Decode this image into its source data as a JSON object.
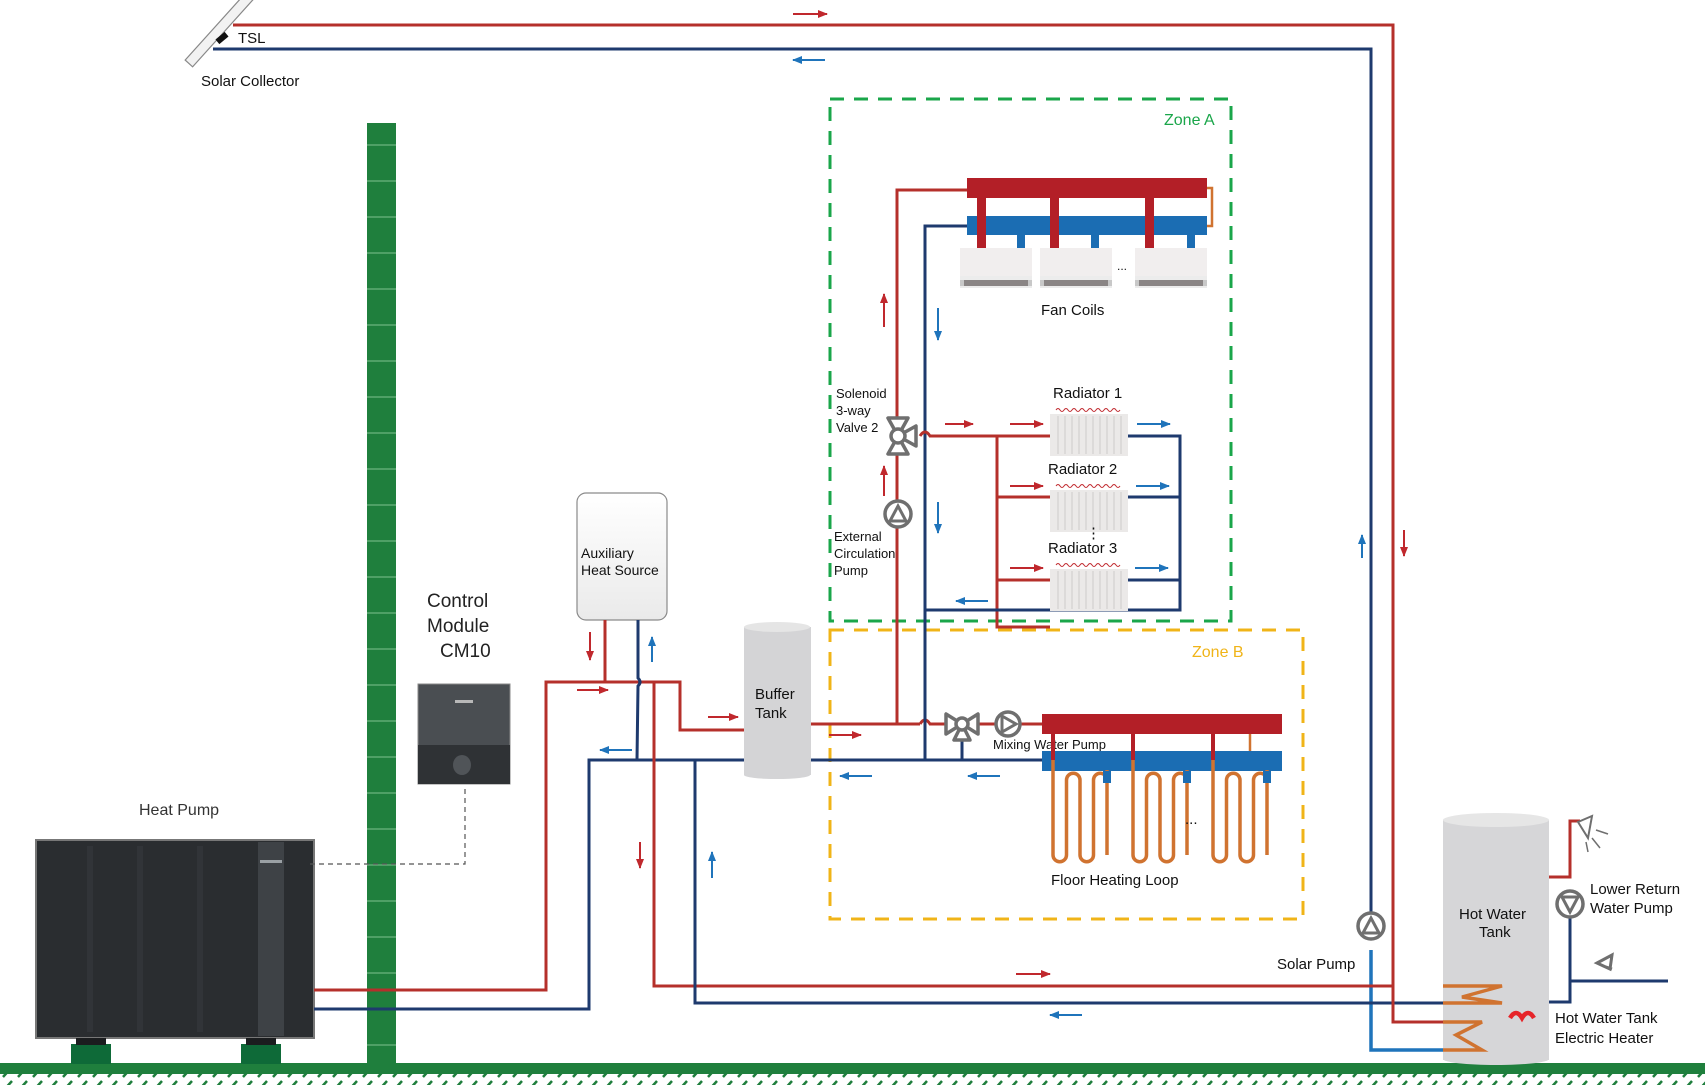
{
  "diagram": {
    "type": "heat-pump-hydronic-system-schematic",
    "components": {
      "solar_collector": {
        "label": "Solar Collector",
        "sensor_label": "TSL"
      },
      "heat_pump": {
        "label": "Heat Pump"
      },
      "control_module": {
        "label_line1": "Control",
        "label_line2": "Module",
        "label_line3": "CM10"
      },
      "auxiliary_heat_source": {
        "label_line1": "Auxiliary",
        "label_line2": "Heat Source"
      },
      "buffer_tank": {
        "label_line1": "Buffer",
        "label_line2": "Tank"
      },
      "solenoid_valve": {
        "label_line1": "Solenoid",
        "label_line2": "3-way",
        "label_line3": "Valve 2"
      },
      "external_pump": {
        "label_line1": "External",
        "label_line2": "Circulation",
        "label_line3": "Pump"
      },
      "fan_coils": {
        "label": "Fan Coils",
        "ellipsis": "..."
      },
      "radiators": [
        {
          "label": "Radiator 1"
        },
        {
          "label": "Radiator 2"
        },
        {
          "label": "Radiator 3"
        }
      ],
      "radiator_ellipsis": "⋮",
      "mixing_pump": {
        "label": "Mixing Water Pump"
      },
      "floor_heating": {
        "label": "Floor Heating Loop",
        "ellipsis": "..."
      },
      "solar_pump": {
        "label": "Solar Pump"
      },
      "hot_water_tank": {
        "label_line1": "Hot Water",
        "label_line2": "Tank"
      },
      "lower_return_pump": {
        "label_line1": "Lower Return",
        "label_line2": "Water Pump"
      },
      "electric_heater": {
        "label_line1": "Hot Water Tank",
        "label_line2": "Electric Heater"
      }
    },
    "zones": [
      {
        "id": "zone-a",
        "label": "Zone A",
        "color": "#1aa64a"
      },
      {
        "id": "zone-b",
        "label": "Zone B",
        "color": "#f0b418"
      }
    ],
    "colors": {
      "supply_pipe": "#b5302b",
      "return_pipe": "#1e3a6e",
      "solar_return": "#1f74bb",
      "manifold_supply": "#b31f27",
      "manifold_return": "#1b6db3",
      "heating_coil": "#d07330",
      "wall_ground": "#1f7f3d",
      "flow_arrow_hot": "#c0282d",
      "flow_arrow_cold": "#1f74bb"
    }
  }
}
